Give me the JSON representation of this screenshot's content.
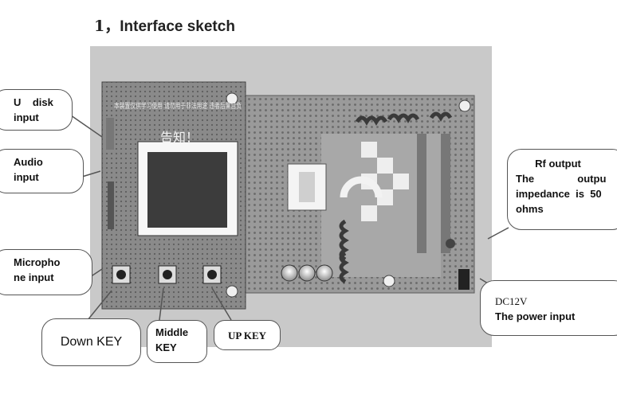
{
  "heading": {
    "number": "1",
    "separator": "，",
    "title": "Interface sketch"
  },
  "board": {
    "lcd_label_cn": "告知！",
    "lcd_text_cn": "本装置仅供学习使用 请勿用于非法用途 违者后果自负"
  },
  "callouts": {
    "u_disk": {
      "line1": "U    disk",
      "line2": "input"
    },
    "audio": {
      "line1": "Audio",
      "line2": "input"
    },
    "microphone": {
      "line1": "Micropho",
      "line2": "ne input"
    },
    "rf_output": {
      "title": "Rf output",
      "line1": "The               outpu",
      "line2": "impedance  is  50",
      "line3": "ohms"
    },
    "dc": {
      "line1": "DC12V",
      "line2": "The power input"
    },
    "down_key": {
      "label": "Down KEY"
    },
    "middle_key": {
      "line1": "Middle",
      "line2": "KEY"
    },
    "up_key": {
      "label": "UP KEY"
    }
  }
}
